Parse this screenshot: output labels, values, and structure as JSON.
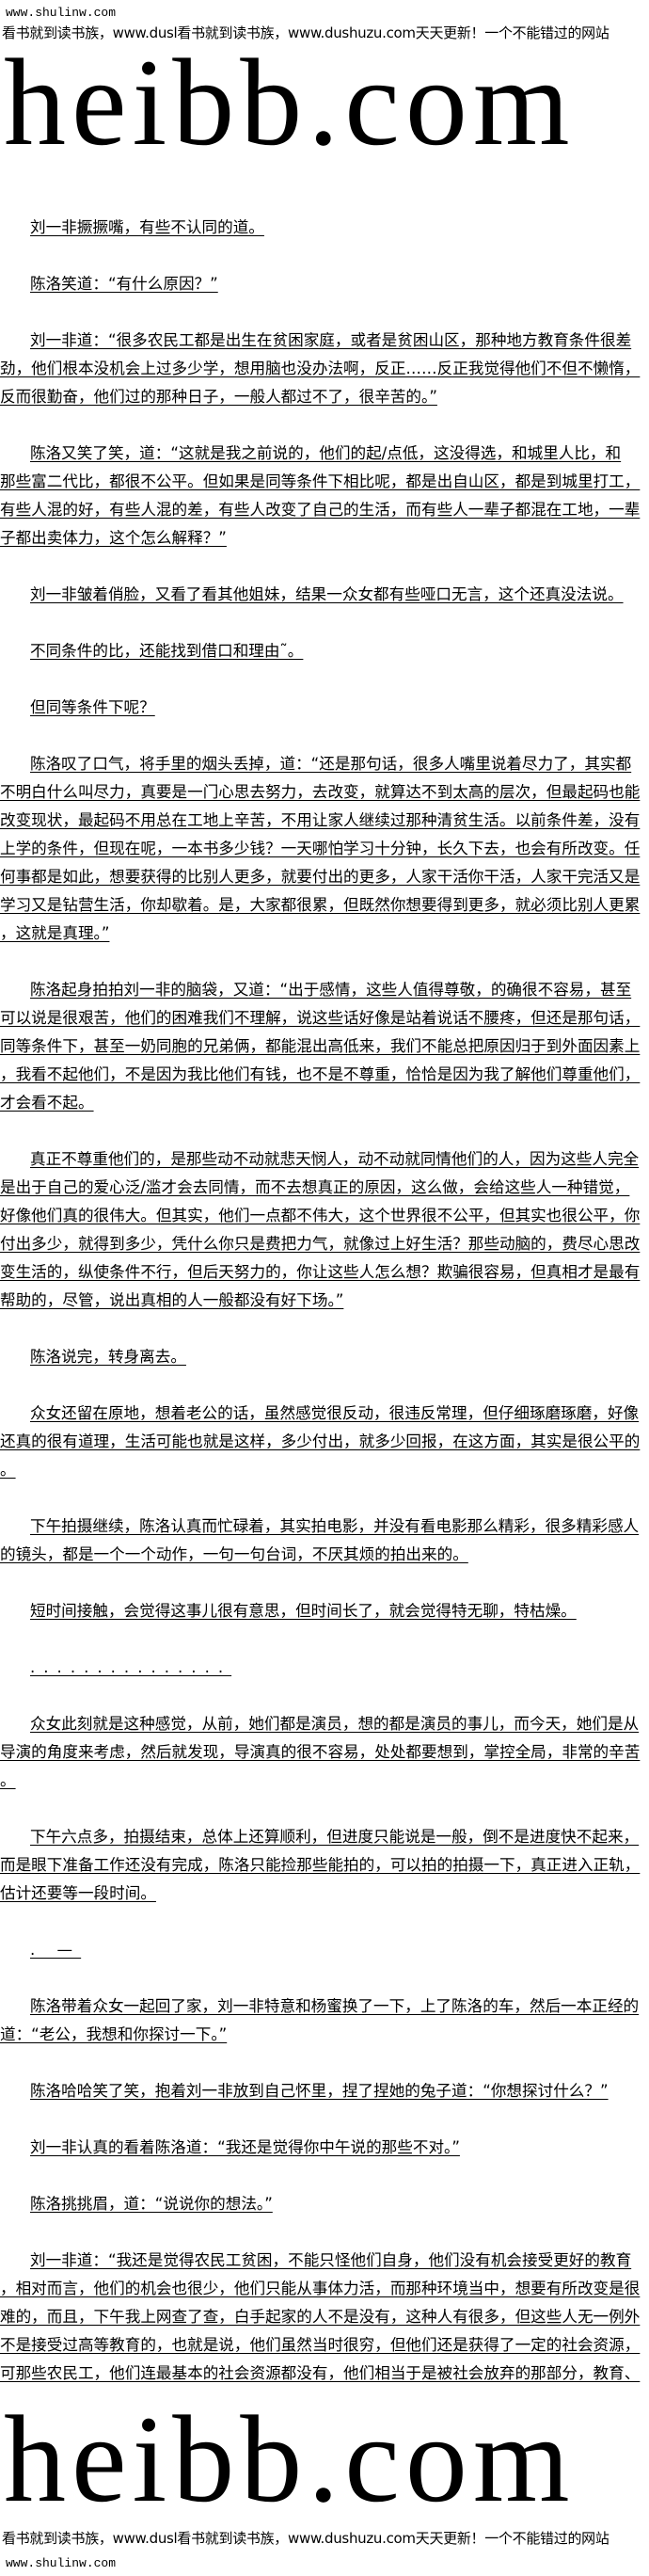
{
  "header": {
    "site": "www.shulinw.com",
    "slogan": "看书就到读书族，www.dusl看书就到读书族，www.dushuzu.com天天更新！一个不能错过的网站"
  },
  "logo": {
    "text": "heibb.com"
  },
  "paragraphs": [
    {
      "lines": [
        "刘一非撅撅嘴，有些不认同的道。"
      ]
    },
    {
      "lines": [
        "陈洛笑道：“有什么原因？”"
      ]
    },
    {
      "lines": [
        "刘一非道：“很多农民工都是出生在贫困家庭，或者是贫困山区，那种地方教育条件很差",
        "劲，他们根本没机会上过多少学，想用脑也没办法啊，反正……反正我觉得他们不但不懒惰，",
        "反而很勤奋，他们过的那种日子，一般人都过不了，很辛苦的。”"
      ]
    },
    {
      "lines": [
        "陈洛又笑了笑，道：“这就是我之前说的，他们的起/点低，这没得选，和城里人比，和",
        "那些富二代比，都很不公平。但如果是同等条件下相比呢，都是出自山区，都是到城里打工，",
        "有些人混的好，有些人混的差，有些人改变了自己的生活，而有些人一辈子都混在工地，一辈",
        "子都出卖体力，这个怎么解释？”"
      ]
    },
    {
      "lines": [
        "刘一非皱着俏脸，又看了看其他姐妹，结果一众女都有些哑口无言，这个还真没法说。"
      ]
    },
    {
      "lines": [
        "不同条件的比，还能找到借口和理由˜。"
      ]
    },
    {
      "lines": [
        "但同等条件下呢？"
      ]
    },
    {
      "lines": [
        "陈洛叹了口气，将手里的烟头丢掉，道：“还是那句话，很多人嘴里说着尽力了，其实都",
        "不明白什么叫尽力，真要是一门心思去努力，去改变，就算达不到太高的层次，但最起码也能",
        "改变现状，最起码不用总在工地上辛苦，不用让家人继续过那种清贫生活。以前条件差，没有",
        "上学的条件，但现在呢，一本书多少钱？一天哪怕学习十分钟，长久下去，也会有所改变。任",
        "何事都是如此，想要获得的比别人更多，就要付出的更多，人家干活你干活，人家干完活又是",
        "学习又是钻营生活，你却歇着。是，大家都很累，但既然你想要得到更多，就必须比别人更累",
        "，这就是真理。”"
      ]
    },
    {
      "lines": [
        "陈洛起身拍拍刘一非的脑袋，又道：“出于感情，这些人值得尊敬，的确很不容易，甚至",
        "可以说是很艰苦，他们的困难我们不理解，说这些话好像是站着说话不腰疼，但还是那句话，",
        "同等条件下，甚至一奶同胞的兄弟俩，都能混出高低来，我们不能总把原因归于到外面因素上",
        "，我看不起他们，不是因为我比他们有钱，也不是不尊重，恰恰是因为我了解他们尊重他们，",
        "才会看不起。"
      ]
    },
    {
      "lines": [
        "真正不尊重他们的，是那些动不动就悲天悯人，动不动就同情他们的人，因为这些人完全",
        "是出于自己的爱心泛/滥才会去同情，而不去想真正的原因，这么做，会给这些人一种错觉，",
        "好像他们真的很伟大。但其实，他们一点都不伟大，这个世界很不公平，但其实也很公平，你",
        "付出多少，就得到多少，凭什么你只是费把力气，就像过上好生活？那些动脑的，费尽心思改",
        "变生活的，纵使条件不行，但后天努力的，你让这些人怎么想？欺骗很容易，但真相才是最有",
        "帮助的，尽管，说出真相的人一般都没有好下场。”"
      ]
    },
    {
      "lines": [
        "陈洛说完，转身离去。"
      ]
    },
    {
      "lines": [
        "众女还留在原地，想着老公的话，虽然感觉很反动，很违反常理，但仔细琢磨琢磨，好像",
        "还真的很有道理，生活可能也就是这样，多少付出，就多少回报，在这方面，其实是很公平的",
        "。"
      ]
    },
    {
      "lines": [
        "下午拍摄继续，陈洛认真而忙碌着，其实拍电影，并没有看电影那么精彩，很多精彩感人",
        "的镜头，都是一个一个动作，一句一句台词，不厌其烦的拍出来的。"
      ]
    },
    {
      "lines": [
        "短时间接触，会觉得这事儿很有意思，但时间长了，就会觉得特无聊，特枯燥。"
      ]
    },
    {
      "lines": [
        "..............."
      ],
      "dots": true
    },
    {
      "lines": [
        "众女此刻就是这种感觉，从前，她们都是演员，想的都是演员的事儿，而今天，她们是从",
        "导演的角度来考虑，然后就发现，导演真的很不容易，处处都要想到，掌控全局，非常的辛苦",
        "。"
      ]
    },
    {
      "lines": [
        "下午六点多，拍摄结束，总体上还算顺利，但进度只能说是一般，倒不是进度快不起来，",
        "而是眼下准备工作还没有完成，陈洛只能捡那些能拍的，可以拍的拍摄一下，真正进入正轨，",
        "估计还要等一段时间。"
      ]
    },
    {
      "lines": [
        ". —"
      ],
      "dots": true
    },
    {
      "lines": [
        "陈洛带着众女一起回了家，刘一非特意和杨蜜换了一下，上了陈洛的车，然后一本正经的",
        "道：“老公，我想和你探讨一下。”"
      ]
    },
    {
      "lines": [
        "陈洛哈哈笑了笑，抱着刘一非放到自己怀里，捏了捏她的兔子道：“你想探讨什么？”"
      ]
    },
    {
      "lines": [
        "刘一非认真的看着陈洛道：“我还是觉得你中午说的那些不对。”"
      ]
    },
    {
      "lines": [
        "陈洛挑挑眉，道：“说说你的想法。”"
      ]
    },
    {
      "lines": [
        "刘一非道：“我还是觉得农民工贫困，不能只怪他们自身，他们没有机会接受更好的教育",
        "，相对而言，他们的机会也很少，他们只能从事体力活，而那种环境当中，想要有所改变是很",
        "难的，而且，下午我上网查了查，白手起家的人不是没有，这种人有很多，但这些人无一例外",
        "不是接受过高等教育的，也就是说，他们虽然当时很穷，但他们还是获得了一定的社会资源，",
        "可那些农民工，他们连最基本的社会资源都没有，他们相当于是被社会放弃的那部分，教育、"
      ]
    }
  ]
}
